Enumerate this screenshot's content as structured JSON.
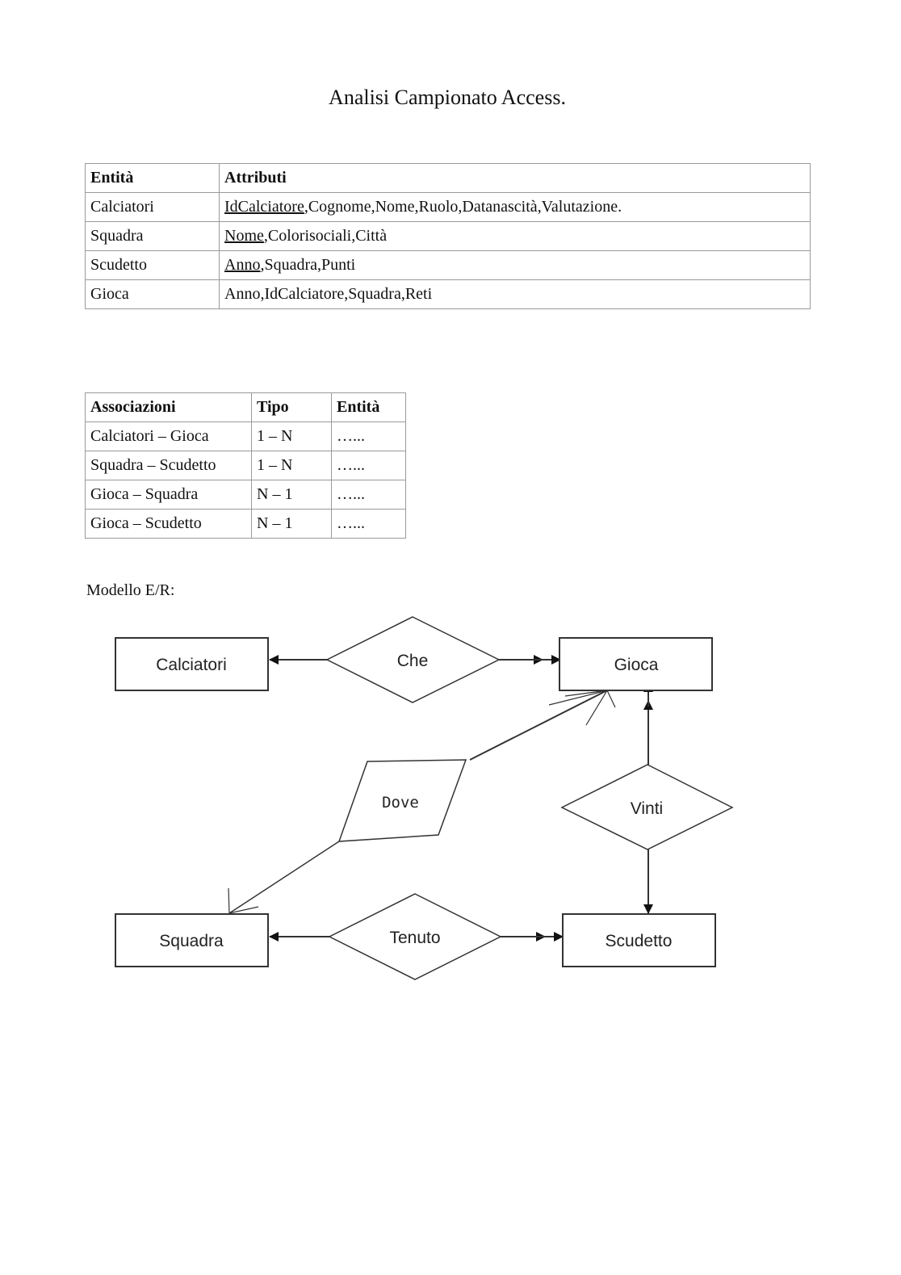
{
  "document": {
    "title": "Analisi Campionato Access."
  },
  "entity_table": {
    "headers": [
      "Entità",
      "Attributi"
    ],
    "rows": [
      {
        "entity": "Calciatori",
        "key": "IdCalciatore",
        "rest": ",Cognome,Nome,Ruolo,Datanascità,Valutazione."
      },
      {
        "entity": "Squadra",
        "key": "Nome",
        "rest": ",Colorisociali,Città"
      },
      {
        "entity": "Scudetto",
        "key": "Anno",
        "rest": ",Squadra,Punti"
      },
      {
        "entity": "Gioca",
        "key": "",
        "rest": "Anno,IdCalciatore,Squadra,Reti"
      }
    ]
  },
  "association_table": {
    "headers": [
      "Associazioni",
      "Tipo",
      "Entità"
    ],
    "rows": [
      {
        "assoc": "Calciatori – Gioca",
        "type": "1 – N",
        "entity": "…..."
      },
      {
        "assoc": "Squadra – Scudetto",
        "type": "1 – N",
        "entity": "…..."
      },
      {
        "assoc": "Gioca – Squadra",
        "type": "N – 1",
        "entity": "…..."
      },
      {
        "assoc": "Gioca – Scudetto",
        "type": "N – 1",
        "entity": "…..."
      }
    ]
  },
  "er_model": {
    "label": "Modello E/R:",
    "entities": {
      "calciatori": "Calciatori",
      "gioca": "Gioca",
      "squadra": "Squadra",
      "scudetto": "Scudetto"
    },
    "relations": {
      "che": "Che",
      "dove": "Dove",
      "vinti": "Vinti",
      "tenuto": "Tenuto"
    }
  }
}
